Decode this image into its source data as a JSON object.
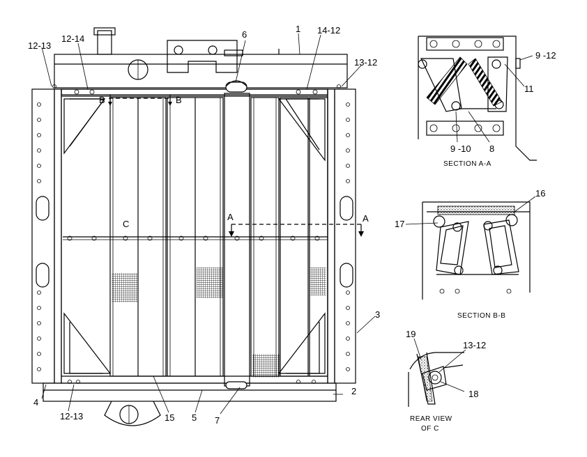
{
  "callouts": {
    "c1": "1",
    "c2": "2",
    "c3": "3",
    "c4": "4",
    "c5": "5",
    "c6": "6",
    "c7": "7",
    "c8": "8",
    "c9_10": "9 -10",
    "c9_12": "9 -12",
    "c11": "11",
    "c12_13_top": "12-13",
    "c12_13_bottom": "12-13",
    "c12_14": "12-14",
    "c13_12_main": "13-12",
    "c13_12_rear": "13-12",
    "c14_12": "14-12",
    "c15": "15",
    "c16": "16",
    "c17": "17",
    "c18": "18",
    "c19": "19"
  },
  "section_marks": {
    "a_left": "A",
    "a_right": "A",
    "b_left": "B",
    "b_right": "B",
    "c_view": "C"
  },
  "captions": {
    "section_a": "SECTION  A-A",
    "section_b": "SECTION  B-B",
    "rear_view_line1": "REAR  VIEW",
    "rear_view_line2": "OF  C"
  }
}
